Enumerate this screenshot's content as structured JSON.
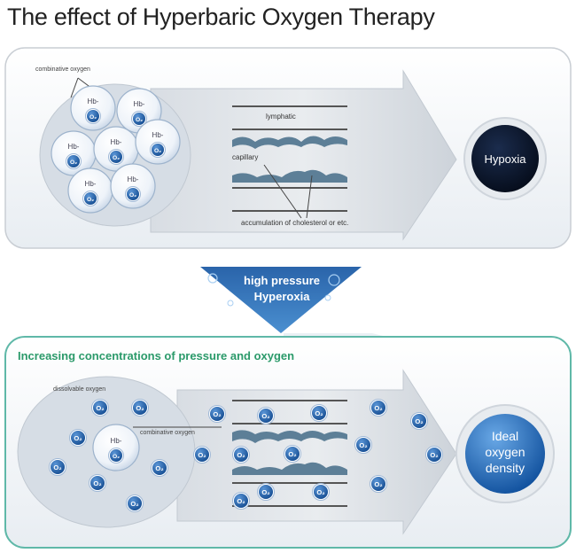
{
  "title": "The effect of Hyperbaric Oxygen Therapy",
  "top_panel": {
    "combinative_label": "combinative oxygen",
    "lymphatic_label": "lymphatic",
    "capillary_label": "capillary",
    "accumulation_label": "accumulation of cholesterol or etc.",
    "result_label": "Hypoxia",
    "hb_label": "Hb-",
    "o2_label": "O₂"
  },
  "middle_arrow": {
    "line1": "high pressure",
    "line2": "Hyperoxia"
  },
  "bottom_panel": {
    "header": "Increasing concentrations of pressure and oxygen",
    "dissolvable_label": "dissolvable oxygen",
    "combinative_label": "combinative oxygen",
    "result_line1": "Ideal",
    "result_line2": "oxygen",
    "result_line3": "density"
  },
  "colors": {
    "teal_border": "#5fb8a8",
    "header_green": "#2b9a6a",
    "arrow_blue": "#2f6fb3",
    "dark_navy": "#0d1b33",
    "o2_blue": "#1f5fa8"
  }
}
